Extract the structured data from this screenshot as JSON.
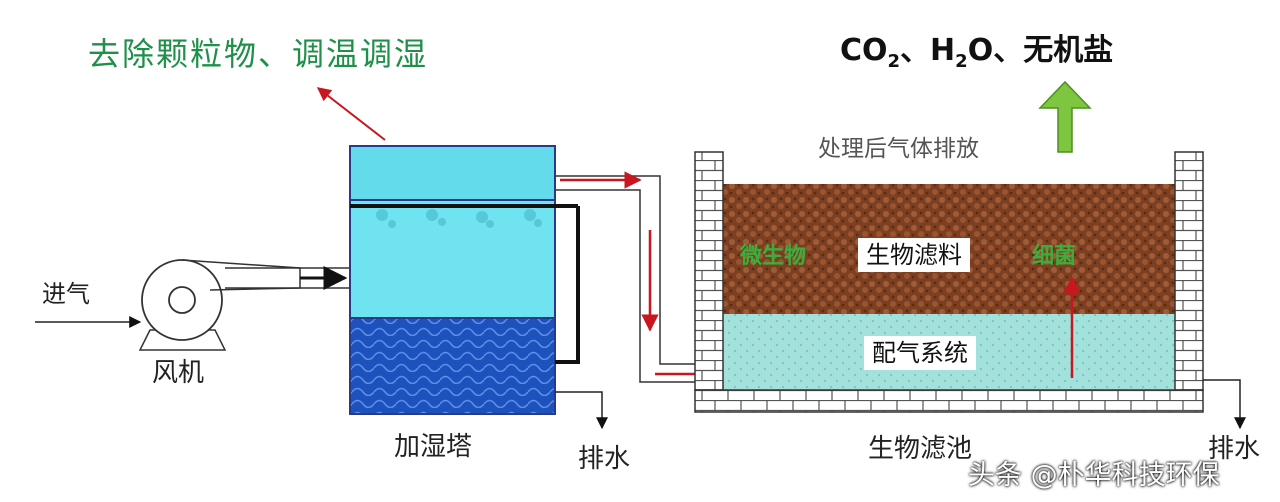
{
  "top_left_label": "去除颗粒物、调温调湿",
  "emission_formula": {
    "part1": "CO",
    "sub1": "2",
    "part2": "、H",
    "sub2": "2",
    "part3": "O、无机盐"
  },
  "exhaust_label": "处理后气体排放",
  "inlet_label": "进气",
  "fan_label": "风机",
  "humidifier_label": "加湿塔",
  "drain_label_1": "排水",
  "drain_label_2": "排水",
  "biofilter_label": "生物滤池",
  "filter_media_label": "生物滤料",
  "air_distribution_label": "配气系统",
  "microbe_label_1": "微生物",
  "microbe_label_2": "细菌",
  "watermark": "头条 @朴华科技环保",
  "colors": {
    "water_top": "#66e3ef",
    "water_bottom": "#1f58c4",
    "filter_media": "#8a4a2a",
    "air_layer": "#9fe0de",
    "arrow_red": "#c8171e",
    "arrow_green": "#7ec63f",
    "brick": "#ffffff"
  }
}
